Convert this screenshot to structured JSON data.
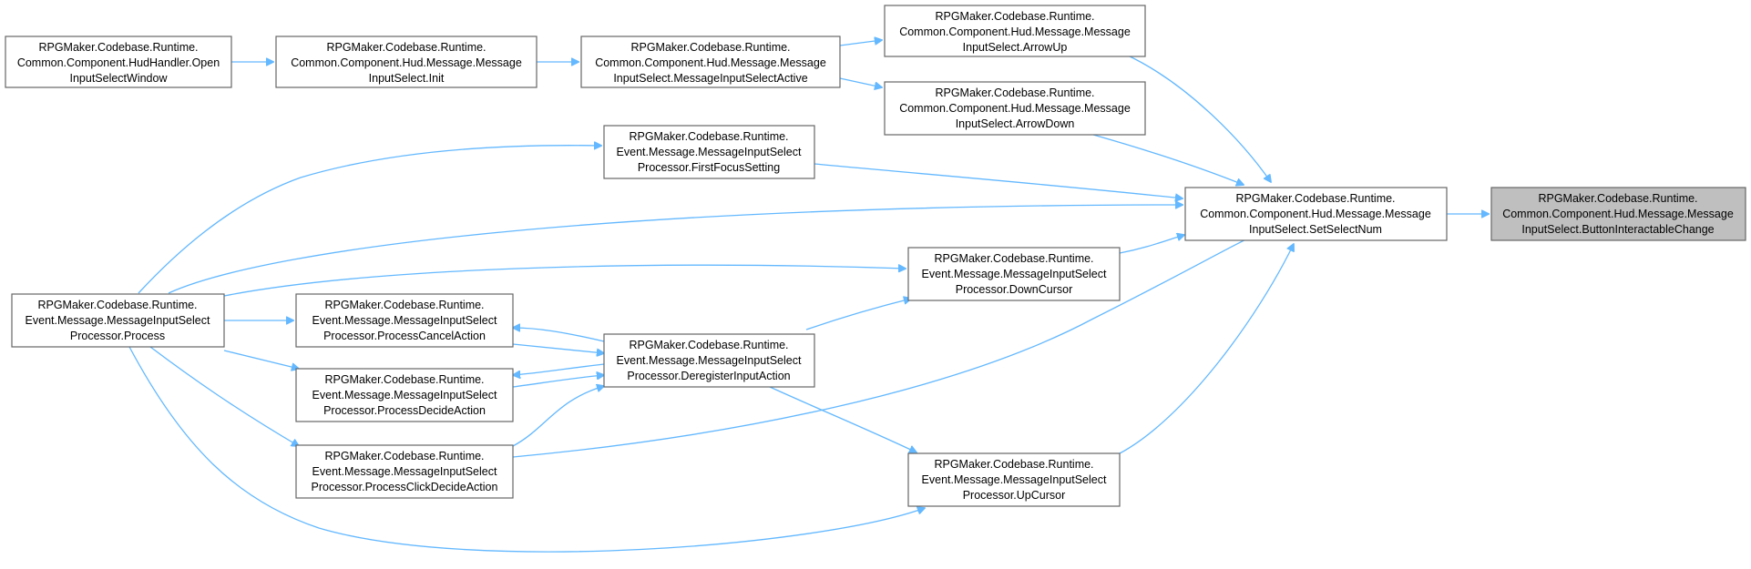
{
  "graph": {
    "edge_color": "#63b8ff",
    "focus_fill": "#bfbfbf",
    "nodes": [
      {
        "id": "hud_open",
        "lines": [
          "RPGMaker.Codebase.Runtime.",
          "Common.Component.HudHandler.Open",
          "InputSelectWindow"
        ]
      },
      {
        "id": "init",
        "lines": [
          "RPGMaker.Codebase.Runtime.",
          "Common.Component.Hud.Message.Message",
          "InputSelect.Init"
        ]
      },
      {
        "id": "active",
        "lines": [
          "RPGMaker.Codebase.Runtime.",
          "Common.Component.Hud.Message.Message",
          "InputSelect.MessageInputSelectActive"
        ]
      },
      {
        "id": "arrow_up",
        "lines": [
          "RPGMaker.Codebase.Runtime.",
          "Common.Component.Hud.Message.Message",
          "InputSelect.ArrowUp"
        ]
      },
      {
        "id": "arrow_down",
        "lines": [
          "RPGMaker.Codebase.Runtime.",
          "Common.Component.Hud.Message.Message",
          "InputSelect.ArrowDown"
        ]
      },
      {
        "id": "first_focus",
        "lines": [
          "RPGMaker.Codebase.Runtime.",
          "Event.Message.MessageInputSelect",
          "Processor.FirstFocusSetting"
        ]
      },
      {
        "id": "set_select",
        "lines": [
          "RPGMaker.Codebase.Runtime.",
          "Common.Component.Hud.Message.Message",
          "InputSelect.SetSelectNum"
        ]
      },
      {
        "id": "button_change",
        "focus": true,
        "lines": [
          "RPGMaker.Codebase.Runtime.",
          "Common.Component.Hud.Message.Message",
          "InputSelect.ButtonInteractableChange"
        ]
      },
      {
        "id": "process",
        "lines": [
          "RPGMaker.Codebase.Runtime.",
          "Event.Message.MessageInputSelect",
          "Processor.Process"
        ]
      },
      {
        "id": "cancel",
        "lines": [
          "RPGMaker.Codebase.Runtime.",
          "Event.Message.MessageInputSelect",
          "Processor.ProcessCancelAction"
        ]
      },
      {
        "id": "decide",
        "lines": [
          "RPGMaker.Codebase.Runtime.",
          "Event.Message.MessageInputSelect",
          "Processor.ProcessDecideAction"
        ]
      },
      {
        "id": "click_decide",
        "lines": [
          "RPGMaker.Codebase.Runtime.",
          "Event.Message.MessageInputSelect",
          "Processor.ProcessClickDecideAction"
        ]
      },
      {
        "id": "deregister",
        "lines": [
          "RPGMaker.Codebase.Runtime.",
          "Event.Message.MessageInputSelect",
          "Processor.DeregisterInputAction"
        ]
      },
      {
        "id": "down_cursor",
        "lines": [
          "RPGMaker.Codebase.Runtime.",
          "Event.Message.MessageInputSelect",
          "Processor.DownCursor"
        ]
      },
      {
        "id": "up_cursor",
        "lines": [
          "RPGMaker.Codebase.Runtime.",
          "Event.Message.MessageInputSelect",
          "Processor.UpCursor"
        ]
      }
    ]
  }
}
